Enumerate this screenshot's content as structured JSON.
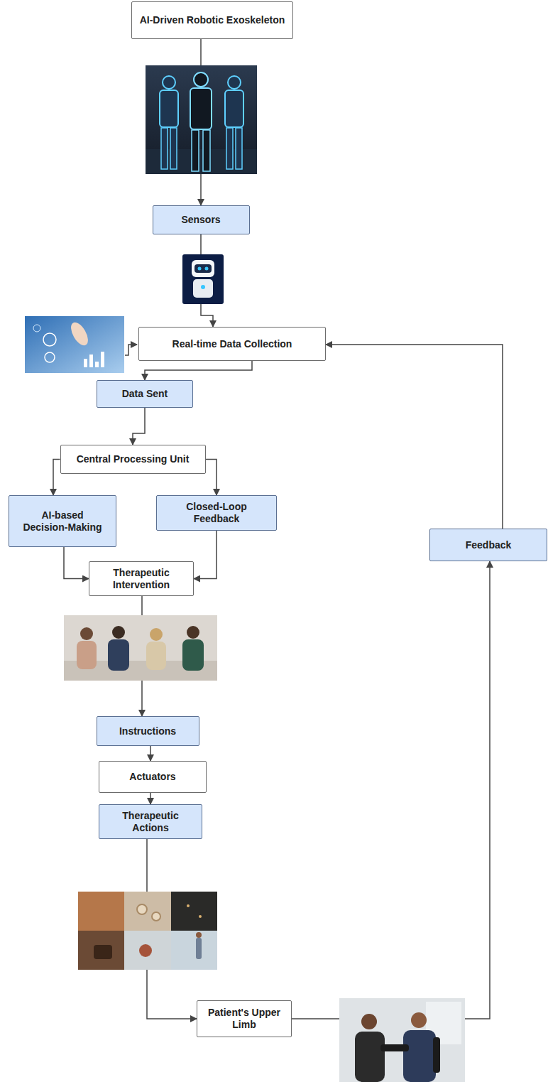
{
  "diagram": {
    "nodes": [
      {
        "text": [
          "AI-Driven Robotic Exoskeleton"
        ]
      },
      {
        "text": [
          "Sensors"
        ]
      },
      {
        "text": [
          "Real-time Data Collection"
        ]
      },
      {
        "text": [
          "Data Sent"
        ]
      },
      {
        "text": [
          "Central Processing Unit"
        ]
      },
      {
        "text": [
          "AI-based Decision-Making"
        ]
      },
      {
        "text": [
          "Closed-Loop Feedback"
        ]
      },
      {
        "text": [
          "Therapeutic Intervention"
        ]
      },
      {
        "text": [
          "Instructions"
        ]
      },
      {
        "text": [
          "Actuators"
        ]
      },
      {
        "text": [
          "Therapeutic Actions"
        ]
      },
      {
        "text": [
          "Patient's Upper Limb"
        ]
      },
      {
        "text": [
          "Feedback"
        ]
      }
    ],
    "edges": [
      {
        "from": 0,
        "to": 1,
        "arrow": "to"
      },
      {
        "from": 1,
        "to": 2,
        "arrow": "to"
      },
      {
        "from": 2,
        "to": 3,
        "arrow": "to"
      },
      {
        "from": 3,
        "to": 4,
        "arrow": "to"
      },
      {
        "from": 4,
        "to": 5,
        "arrow": "to"
      },
      {
        "from": 4,
        "to": 6,
        "arrow": "to"
      },
      {
        "from": 5,
        "to": 7,
        "arrow": "to"
      },
      {
        "from": 6,
        "to": 7,
        "arrow": "to"
      },
      {
        "from": 7,
        "to": 8,
        "arrow": "to"
      },
      {
        "from": 8,
        "to": 9,
        "arrow": "to"
      },
      {
        "from": 9,
        "to": 10,
        "arrow": "to"
      },
      {
        "from": 10,
        "to": 11,
        "arrow": "to"
      },
      {
        "from": 11,
        "to": 12,
        "arrow": "to"
      },
      {
        "from": 12,
        "to": 2,
        "arrow": "to"
      }
    ]
  }
}
